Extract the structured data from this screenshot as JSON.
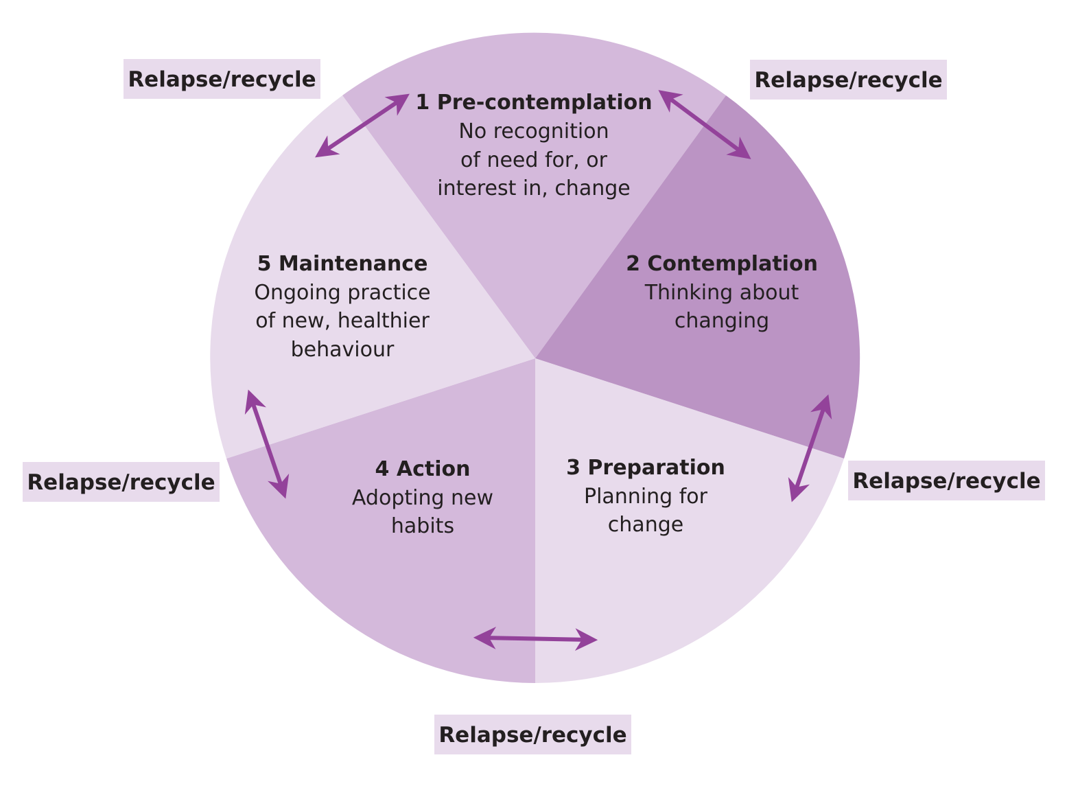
{
  "colors": {
    "segment_light": "#e8dbec",
    "segment_medium": "#d4b9db",
    "segment_dark": "#bb94c4",
    "arrow": "#93429a",
    "label_box": "#e8dbec",
    "text": "#231f20"
  },
  "stages": [
    {
      "title": "1 Pre-contemplation",
      "description": [
        "No recognition",
        "of need for, or",
        "interest in, change"
      ],
      "color": "#d4b9db"
    },
    {
      "title": "2 Contemplation",
      "description": [
        "Thinking about",
        "changing"
      ],
      "color": "#bb94c4"
    },
    {
      "title": "3 Preparation",
      "description": [
        "Planning for",
        "change"
      ],
      "color": "#e8dbec"
    },
    {
      "title": "4 Action",
      "description": [
        "Adopting new",
        "habits"
      ],
      "color": "#d4b9db"
    },
    {
      "title": "5 Maintenance",
      "description": [
        "Ongoing practice",
        "of new, healthier",
        "behaviour"
      ],
      "color": "#e8dbec"
    }
  ],
  "relapse_labels": [
    {
      "text": "Relapse/recycle"
    },
    {
      "text": "Relapse/recycle"
    },
    {
      "text": "Relapse/recycle"
    },
    {
      "text": "Relapse/recycle"
    },
    {
      "text": "Relapse/recycle"
    }
  ],
  "arrows": [
    {
      "icon": "double-arrow-icon"
    },
    {
      "icon": "double-arrow-icon"
    },
    {
      "icon": "double-arrow-icon"
    },
    {
      "icon": "double-arrow-icon"
    },
    {
      "icon": "double-arrow-icon"
    }
  ]
}
